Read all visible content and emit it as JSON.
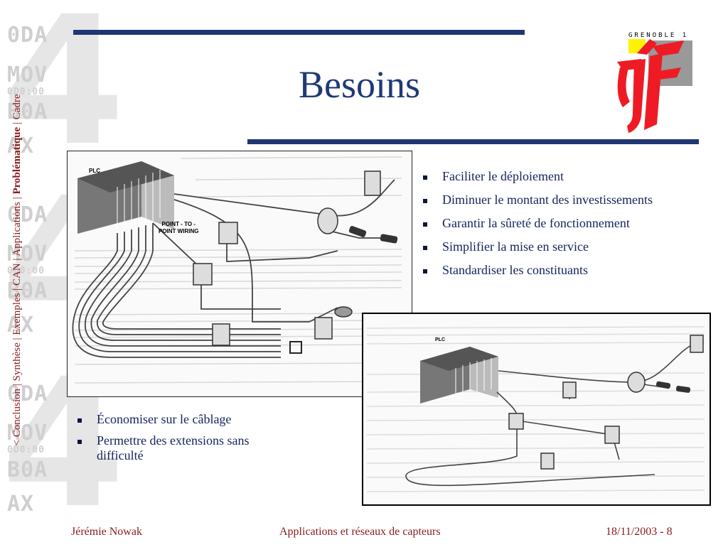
{
  "slide": {
    "title": "Besoins"
  },
  "logo": {
    "text": "GRENOBLE 1",
    "colors": {
      "red": "#ee1b24",
      "yellow": "#fff200",
      "gray": "#999999"
    }
  },
  "sidebar": {
    "prefix": "<",
    "sections": [
      "Conclusion",
      "Synthèse",
      "Exemples",
      "CAN",
      "Applications",
      "Problématique",
      "Cadre"
    ],
    "current": "Problématique"
  },
  "watermark": {
    "digit": "4",
    "rows": [
      [
        "0DA",
        "MOV",
        "0D0:00",
        "B0A",
        "AX"
      ],
      [
        "0DA",
        "MOV",
        "0D0:00",
        "B0A",
        "AX"
      ],
      [
        "0DA",
        "MOV",
        "0D0:00",
        "B0A",
        "AX"
      ]
    ]
  },
  "bullets_right": [
    "Faciliter le déploiement",
    "Diminuer le montant des investissements",
    "Garantir la sûreté de fonctionnement",
    "Simplifier la mise en service",
    "Standardiser les constituants"
  ],
  "bullets_left": [
    "Économiser sur le câblage",
    "Permettre des extensions sans difficulté"
  ],
  "figure_left": {
    "plc_label": "PLC",
    "wiring_label_1": "POINT - TO -",
    "wiring_label_2": "POINT WIRING"
  },
  "figure_right": {
    "plc_label": "PLC"
  },
  "footer": {
    "author": "Jérémie Nowak",
    "course": "Applications et réseaux de capteurs",
    "date_page": "18/11/2003 - 8"
  },
  "colors": {
    "title": "#1f3a75",
    "rule": "#1f3673",
    "bullet_text": "#14235c",
    "footer": "#8a1a1a",
    "sidebar": "#8a1a1a"
  }
}
